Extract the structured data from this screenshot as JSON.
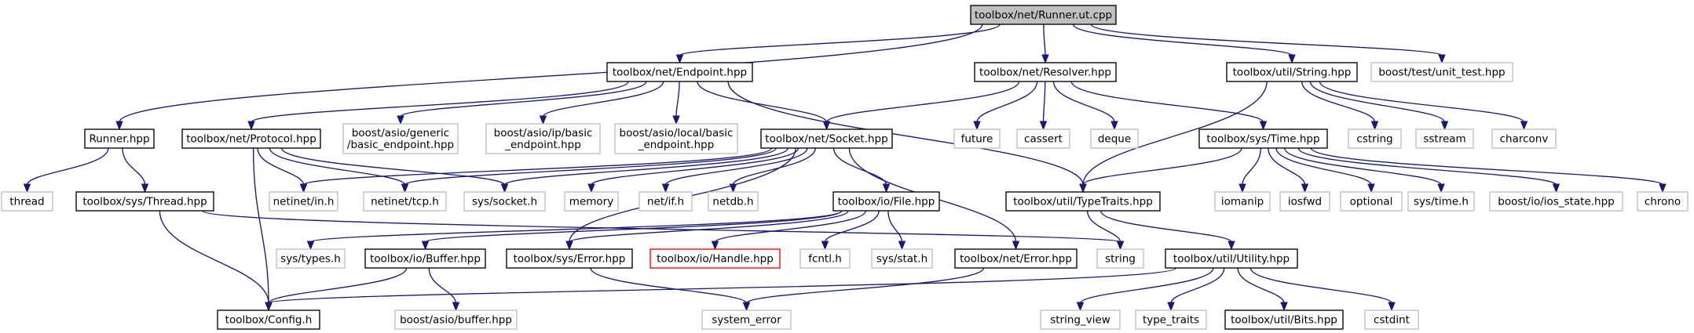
{
  "colors": {
    "edge": "#191970",
    "documented_border": "#000000",
    "external_border": "#bfbfbf",
    "missing_border": "#ff0000",
    "root_fill": "#bfbfbf",
    "fill": "#ffffff"
  },
  "nodes": [
    {
      "id": "root",
      "lines": [
        "toolbox/net/Runner.ut.cpp"
      ],
      "kind": "root"
    },
    {
      "id": "endpoint",
      "lines": [
        "toolbox/net/Endpoint.hpp"
      ],
      "kind": "doc"
    },
    {
      "id": "resolver",
      "lines": [
        "toolbox/net/Resolver.hpp"
      ],
      "kind": "doc"
    },
    {
      "id": "string_hpp",
      "lines": [
        "toolbox/util/String.hpp"
      ],
      "kind": "doc"
    },
    {
      "id": "unit_test",
      "lines": [
        "boost/test/unit_test.hpp"
      ],
      "kind": "ext"
    },
    {
      "id": "runner_hpp",
      "lines": [
        "Runner.hpp"
      ],
      "kind": "doc"
    },
    {
      "id": "protocol",
      "lines": [
        "toolbox/net/Protocol.hpp"
      ],
      "kind": "doc"
    },
    {
      "id": "generic_ep",
      "lines": [
        "boost/asio/generic",
        "/basic_endpoint.hpp"
      ],
      "kind": "ext"
    },
    {
      "id": "ip_ep",
      "lines": [
        "boost/asio/ip/basic",
        "_endpoint.hpp"
      ],
      "kind": "ext"
    },
    {
      "id": "local_ep",
      "lines": [
        "boost/asio/local/basic",
        "_endpoint.hpp"
      ],
      "kind": "ext"
    },
    {
      "id": "socket",
      "lines": [
        "toolbox/net/Socket.hpp"
      ],
      "kind": "doc"
    },
    {
      "id": "future",
      "lines": [
        "future"
      ],
      "kind": "ext"
    },
    {
      "id": "cassert",
      "lines": [
        "cassert"
      ],
      "kind": "ext"
    },
    {
      "id": "deque",
      "lines": [
        "deque"
      ],
      "kind": "ext"
    },
    {
      "id": "time",
      "lines": [
        "toolbox/sys/Time.hpp"
      ],
      "kind": "doc"
    },
    {
      "id": "cstring",
      "lines": [
        "cstring"
      ],
      "kind": "ext"
    },
    {
      "id": "sstream",
      "lines": [
        "sstream"
      ],
      "kind": "ext"
    },
    {
      "id": "charconv",
      "lines": [
        "charconv"
      ],
      "kind": "ext"
    },
    {
      "id": "thread",
      "lines": [
        "thread"
      ],
      "kind": "ext"
    },
    {
      "id": "sys_thread",
      "lines": [
        "toolbox/sys/Thread.hpp"
      ],
      "kind": "doc"
    },
    {
      "id": "in_h",
      "lines": [
        "netinet/in.h"
      ],
      "kind": "ext"
    },
    {
      "id": "tcp_h",
      "lines": [
        "netinet/tcp.h"
      ],
      "kind": "ext"
    },
    {
      "id": "socket_h",
      "lines": [
        "sys/socket.h"
      ],
      "kind": "ext"
    },
    {
      "id": "memory",
      "lines": [
        "memory"
      ],
      "kind": "ext"
    },
    {
      "id": "if_h",
      "lines": [
        "net/if.h"
      ],
      "kind": "ext"
    },
    {
      "id": "netdb_h",
      "lines": [
        "netdb.h"
      ],
      "kind": "ext"
    },
    {
      "id": "file",
      "lines": [
        "toolbox/io/File.hpp"
      ],
      "kind": "doc"
    },
    {
      "id": "typetraits",
      "lines": [
        "toolbox/util/TypeTraits.hpp"
      ],
      "kind": "doc"
    },
    {
      "id": "iomanip",
      "lines": [
        "iomanip"
      ],
      "kind": "ext"
    },
    {
      "id": "iosfwd",
      "lines": [
        "iosfwd"
      ],
      "kind": "ext"
    },
    {
      "id": "optional",
      "lines": [
        "optional"
      ],
      "kind": "ext"
    },
    {
      "id": "time_h",
      "lines": [
        "sys/time.h"
      ],
      "kind": "ext"
    },
    {
      "id": "ios_state",
      "lines": [
        "boost/io/ios_state.hpp"
      ],
      "kind": "ext"
    },
    {
      "id": "chrono",
      "lines": [
        "chrono"
      ],
      "kind": "ext"
    },
    {
      "id": "types_h",
      "lines": [
        "sys/types.h"
      ],
      "kind": "ext"
    },
    {
      "id": "buffer",
      "lines": [
        "toolbox/io/Buffer.hpp"
      ],
      "kind": "doc"
    },
    {
      "id": "sys_error",
      "lines": [
        "toolbox/sys/Error.hpp"
      ],
      "kind": "doc"
    },
    {
      "id": "handle",
      "lines": [
        "toolbox/io/Handle.hpp"
      ],
      "kind": "missing"
    },
    {
      "id": "fcntl_h",
      "lines": [
        "fcntl.h"
      ],
      "kind": "ext"
    },
    {
      "id": "stat_h",
      "lines": [
        "sys/stat.h"
      ],
      "kind": "ext"
    },
    {
      "id": "net_error",
      "lines": [
        "toolbox/net/Error.hpp"
      ],
      "kind": "doc"
    },
    {
      "id": "string",
      "lines": [
        "string"
      ],
      "kind": "ext"
    },
    {
      "id": "utility",
      "lines": [
        "toolbox/util/Utility.hpp"
      ],
      "kind": "doc"
    },
    {
      "id": "config",
      "lines": [
        "toolbox/Config.h"
      ],
      "kind": "doc"
    },
    {
      "id": "asio_buffer",
      "lines": [
        "boost/asio/buffer.hpp"
      ],
      "kind": "ext"
    },
    {
      "id": "system_error",
      "lines": [
        "system_error"
      ],
      "kind": "ext"
    },
    {
      "id": "string_view",
      "lines": [
        "string_view"
      ],
      "kind": "ext"
    },
    {
      "id": "type_traits",
      "lines": [
        "type_traits"
      ],
      "kind": "ext"
    },
    {
      "id": "bits",
      "lines": [
        "toolbox/util/Bits.hpp"
      ],
      "kind": "doc"
    },
    {
      "id": "cstdint",
      "lines": [
        "cstdint"
      ],
      "kind": "ext"
    }
  ],
  "edges": [
    [
      "root",
      "endpoint"
    ],
    [
      "root",
      "resolver"
    ],
    [
      "root",
      "string_hpp"
    ],
    [
      "root",
      "unit_test"
    ],
    [
      "root",
      "runner_hpp"
    ],
    [
      "endpoint",
      "protocol"
    ],
    [
      "endpoint",
      "generic_ep"
    ],
    [
      "endpoint",
      "ip_ep"
    ],
    [
      "endpoint",
      "local_ep"
    ],
    [
      "endpoint",
      "socket"
    ],
    [
      "endpoint",
      "typetraits"
    ],
    [
      "resolver",
      "socket"
    ],
    [
      "resolver",
      "future"
    ],
    [
      "resolver",
      "cassert"
    ],
    [
      "resolver",
      "deque"
    ],
    [
      "resolver",
      "time"
    ],
    [
      "string_hpp",
      "typetraits"
    ],
    [
      "string_hpp",
      "cstring"
    ],
    [
      "string_hpp",
      "sstream"
    ],
    [
      "string_hpp",
      "charconv"
    ],
    [
      "runner_hpp",
      "thread"
    ],
    [
      "runner_hpp",
      "sys_thread"
    ],
    [
      "protocol",
      "in_h"
    ],
    [
      "protocol",
      "tcp_h"
    ],
    [
      "protocol",
      "socket_h"
    ],
    [
      "protocol",
      "config"
    ],
    [
      "socket",
      "in_h"
    ],
    [
      "socket",
      "tcp_h"
    ],
    [
      "socket",
      "socket_h"
    ],
    [
      "socket",
      "memory"
    ],
    [
      "socket",
      "if_h"
    ],
    [
      "socket",
      "netdb_h"
    ],
    [
      "socket",
      "file"
    ],
    [
      "socket",
      "sys_error"
    ],
    [
      "socket",
      "net_error"
    ],
    [
      "time",
      "typetraits"
    ],
    [
      "time",
      "iomanip"
    ],
    [
      "time",
      "iosfwd"
    ],
    [
      "time",
      "optional"
    ],
    [
      "time",
      "time_h"
    ],
    [
      "time",
      "ios_state"
    ],
    [
      "time",
      "chrono"
    ],
    [
      "sys_thread",
      "config"
    ],
    [
      "sys_thread",
      "string"
    ],
    [
      "file",
      "types_h"
    ],
    [
      "file",
      "buffer"
    ],
    [
      "file",
      "sys_error"
    ],
    [
      "file",
      "handle"
    ],
    [
      "file",
      "fcntl_h"
    ],
    [
      "file",
      "stat_h"
    ],
    [
      "typetraits",
      "string"
    ],
    [
      "typetraits",
      "utility"
    ],
    [
      "buffer",
      "config"
    ],
    [
      "buffer",
      "asio_buffer"
    ],
    [
      "sys_error",
      "system_error"
    ],
    [
      "net_error",
      "system_error"
    ],
    [
      "utility",
      "config"
    ],
    [
      "utility",
      "string_view"
    ],
    [
      "utility",
      "type_traits"
    ],
    [
      "utility",
      "bits"
    ],
    [
      "utility",
      "cstdint"
    ]
  ]
}
